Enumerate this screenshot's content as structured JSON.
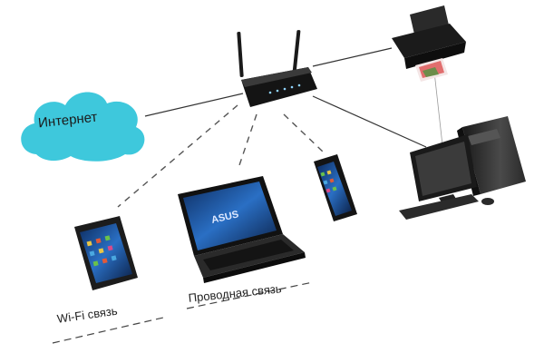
{
  "internet_label": "Интернет",
  "wired_label": "Проводная связь",
  "wifi_label": "Wi-Fi связь",
  "laptop_logo": "ASUS",
  "colors": {
    "cloud": "#3ec8dc",
    "cable": "#333333",
    "wifi": "#555555",
    "device_dark": "#1e1e1e",
    "screen_blue": "#1d4f9a"
  }
}
